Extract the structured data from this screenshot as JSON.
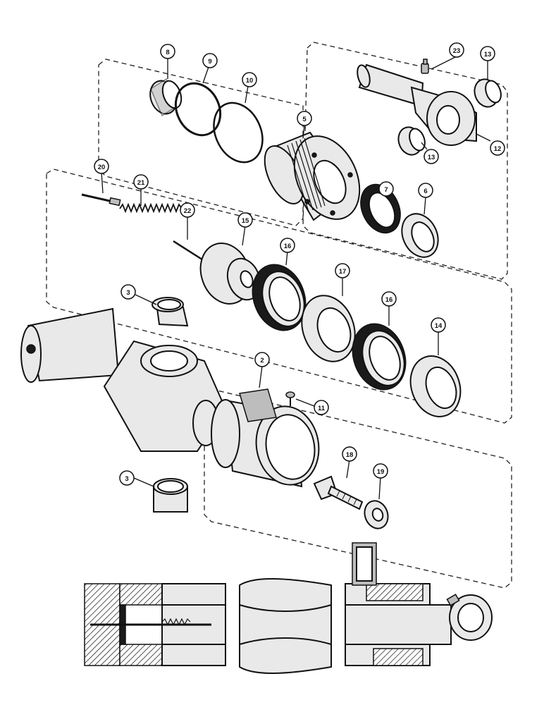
{
  "callouts": [
    {
      "id": "c8",
      "label": "8"
    },
    {
      "id": "c9",
      "label": "9"
    },
    {
      "id": "c10",
      "label": "10"
    },
    {
      "id": "c5",
      "label": "5"
    },
    {
      "id": "c23",
      "label": "23"
    },
    {
      "id": "c13a",
      "label": "13"
    },
    {
      "id": "c12",
      "label": "12"
    },
    {
      "id": "c13b",
      "label": "13"
    },
    {
      "id": "c7",
      "label": "7"
    },
    {
      "id": "c6",
      "label": "6"
    },
    {
      "id": "c20",
      "label": "20"
    },
    {
      "id": "c21",
      "label": "21"
    },
    {
      "id": "c22",
      "label": "22"
    },
    {
      "id": "c15",
      "label": "15"
    },
    {
      "id": "c16a",
      "label": "16"
    },
    {
      "id": "c17",
      "label": "17"
    },
    {
      "id": "c16b",
      "label": "16"
    },
    {
      "id": "c14",
      "label": "14"
    },
    {
      "id": "c3a",
      "label": "3"
    },
    {
      "id": "c2",
      "label": "2"
    },
    {
      "id": "c11",
      "label": "11"
    },
    {
      "id": "c3b",
      "label": "3"
    },
    {
      "id": "c18",
      "label": "18"
    },
    {
      "id": "c19",
      "label": "19"
    }
  ]
}
